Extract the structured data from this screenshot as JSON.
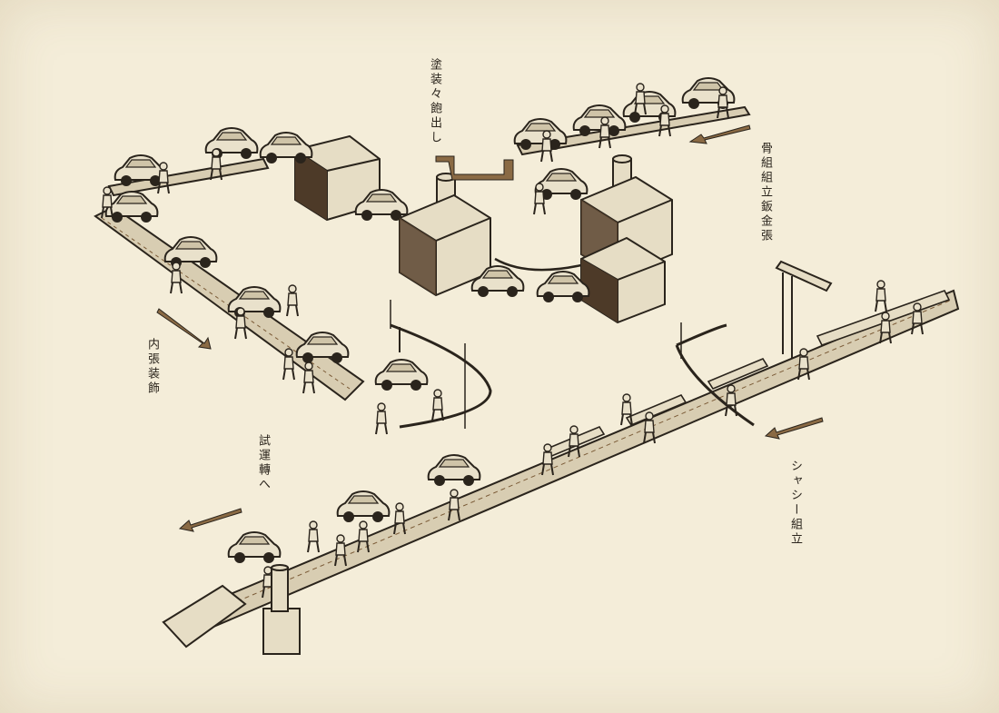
{
  "labels": {
    "paint": "塗装々飽出し",
    "body_frame": "骨組組立鈑金張",
    "interior": "内張装飾",
    "test_run": "試運轉へ",
    "chassis": "シャシー組立"
  },
  "colors": {
    "paper": "#f4edd9",
    "ink": "#2a241c",
    "sepia": "#7a5a36"
  }
}
